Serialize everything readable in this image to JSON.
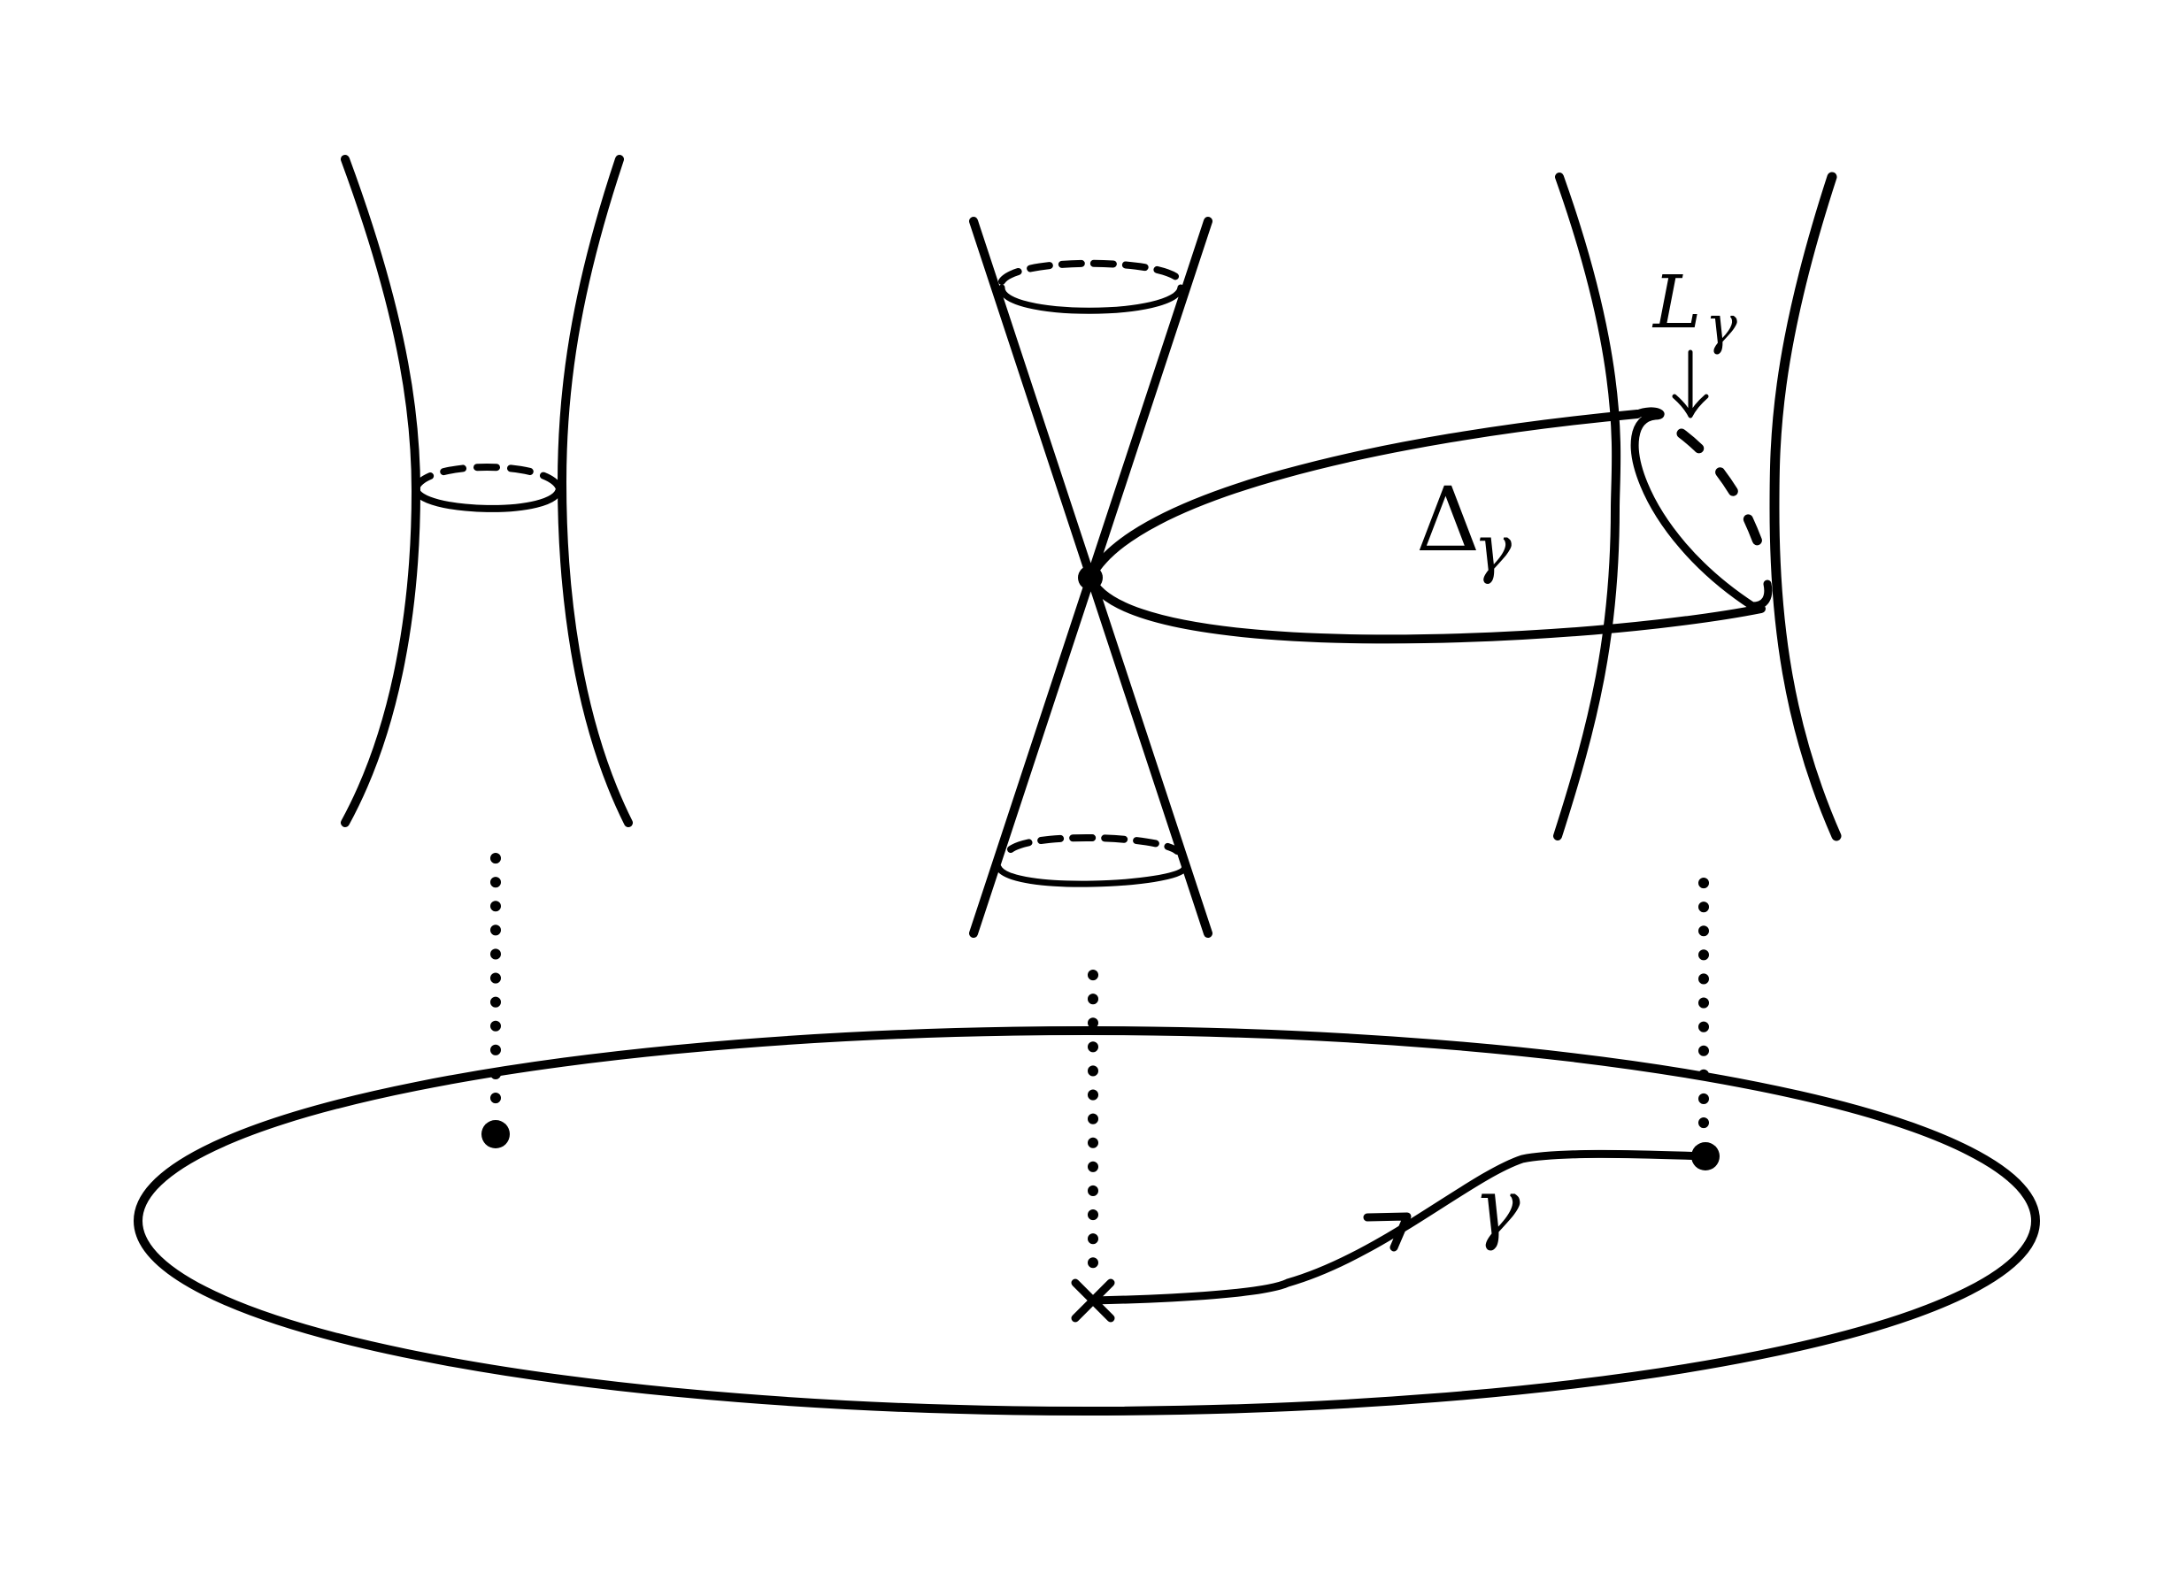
{
  "labels": {
    "delta_main": "Δ",
    "delta_sub": "γ",
    "l_main": "L",
    "l_sub": "γ",
    "path_label": "γ"
  },
  "colors": {
    "ink": "#000000",
    "background": "#ffffff"
  }
}
